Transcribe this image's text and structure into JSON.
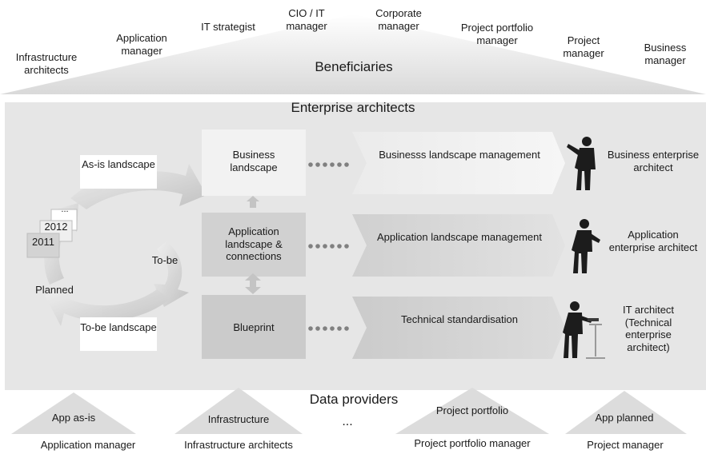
{
  "beneficiaries": {
    "title": "Beneficiaries",
    "roles": [
      "Infrastructure architects",
      "Application manager",
      "IT strategist",
      "CIO / IT manager",
      "Corporate manager",
      "Project portfolio manager",
      "Project manager",
      "Business manager"
    ]
  },
  "enterprise": {
    "title": "Enterprise architects",
    "cycle": {
      "as_is": "As-is landscape",
      "to_be": "To-be",
      "to_be_landscape": "To-be landscape",
      "planned": "Planned",
      "years": [
        "...",
        "2012",
        "2011"
      ]
    },
    "rows": [
      {
        "box": "Business landscape",
        "arrow": "Businesss landscape management",
        "role": "Business enterprise architect"
      },
      {
        "box": "Application landscape & connections",
        "arrow": "Application landscape management",
        "role": "Application enterprise architect"
      },
      {
        "box": "Blueprint",
        "arrow": "Technical standardisation",
        "role": "IT architect (Technical enterprise architect)"
      }
    ]
  },
  "data_providers": {
    "title": "Data providers",
    "items": [
      "App as-is",
      "Infrastructure",
      "...",
      "Project portfolio",
      "App planned"
    ],
    "roles": [
      "Application manager",
      "Infrastructure architects",
      "Project portfolio manager",
      "Project manager"
    ]
  }
}
